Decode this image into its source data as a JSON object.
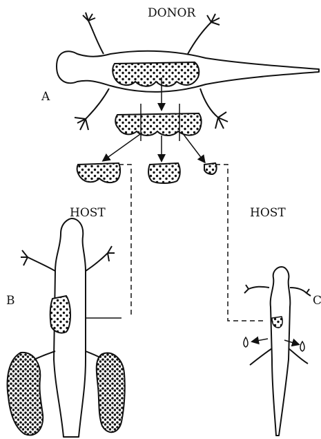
{
  "labels": {
    "donor": "DONOR",
    "host_left": "HOST",
    "host_right": "HOST",
    "a": "A",
    "b": "B",
    "c": "C"
  },
  "style": {
    "ink": "#111111",
    "paper": "#ffffff"
  }
}
